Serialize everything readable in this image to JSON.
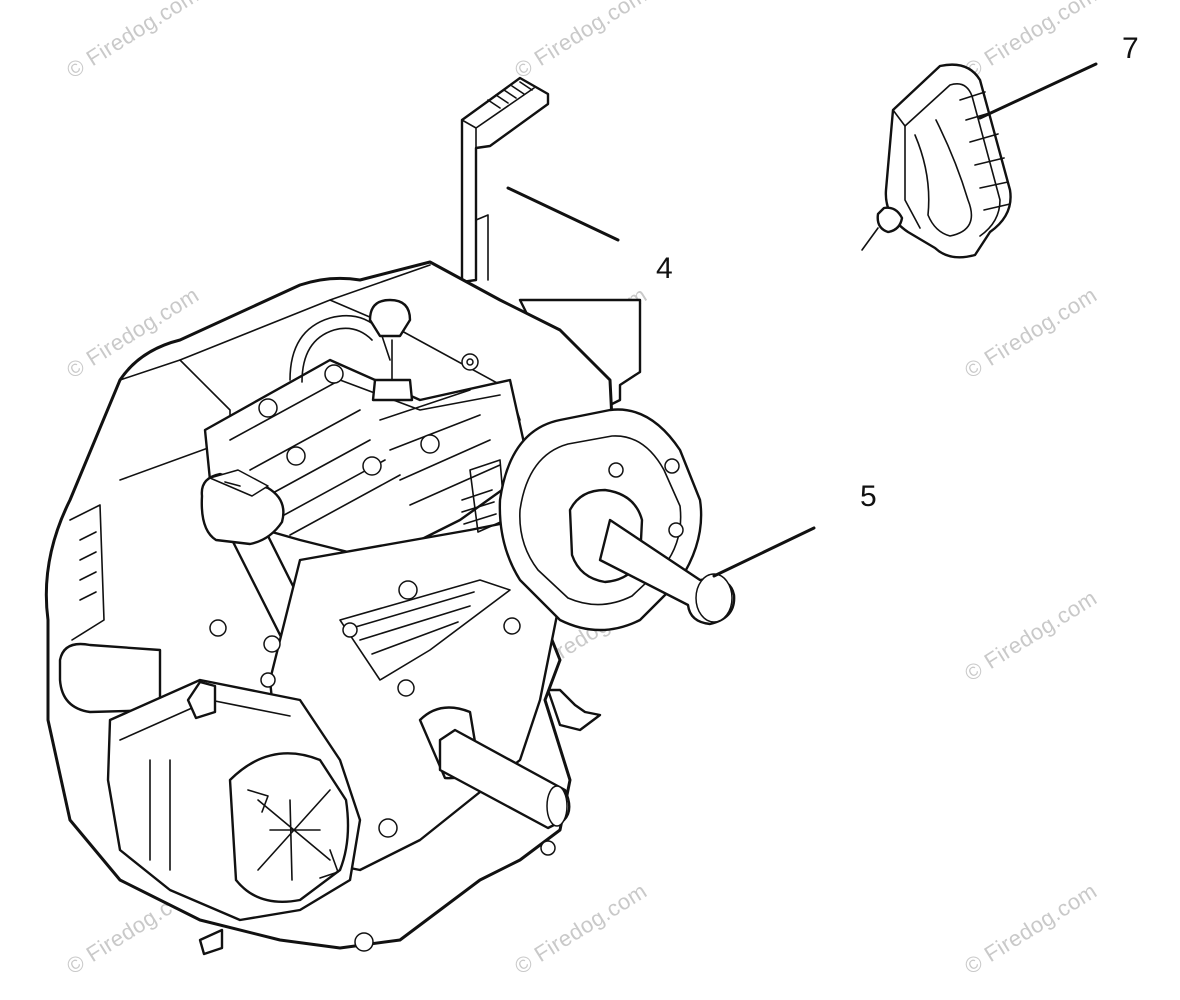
{
  "watermark": {
    "text": "© Firedog.com",
    "color": "#c9c9c9"
  },
  "callouts": {
    "part_4": "4",
    "part_5": "5",
    "part_7": "7"
  },
  "line_color": "#111111",
  "background": "#ffffff"
}
